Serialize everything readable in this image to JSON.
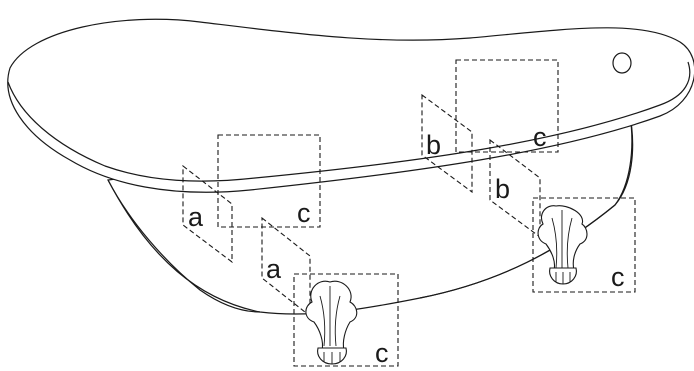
{
  "labels": {
    "a_upper": "a",
    "a_lower": "a",
    "b_upper": "b",
    "b_lower": "b",
    "c_front_panel": "c",
    "c_back_panel": "c",
    "c_front_foot": "c",
    "c_back_foot": "c"
  },
  "icons": {
    "tub": "clawfoot-bathtub-icon",
    "foot": "claw-foot-icon",
    "drain": "overflow-drain-icon"
  },
  "colors": {
    "stroke": "#1a1a1a",
    "background": "#ffffff"
  }
}
